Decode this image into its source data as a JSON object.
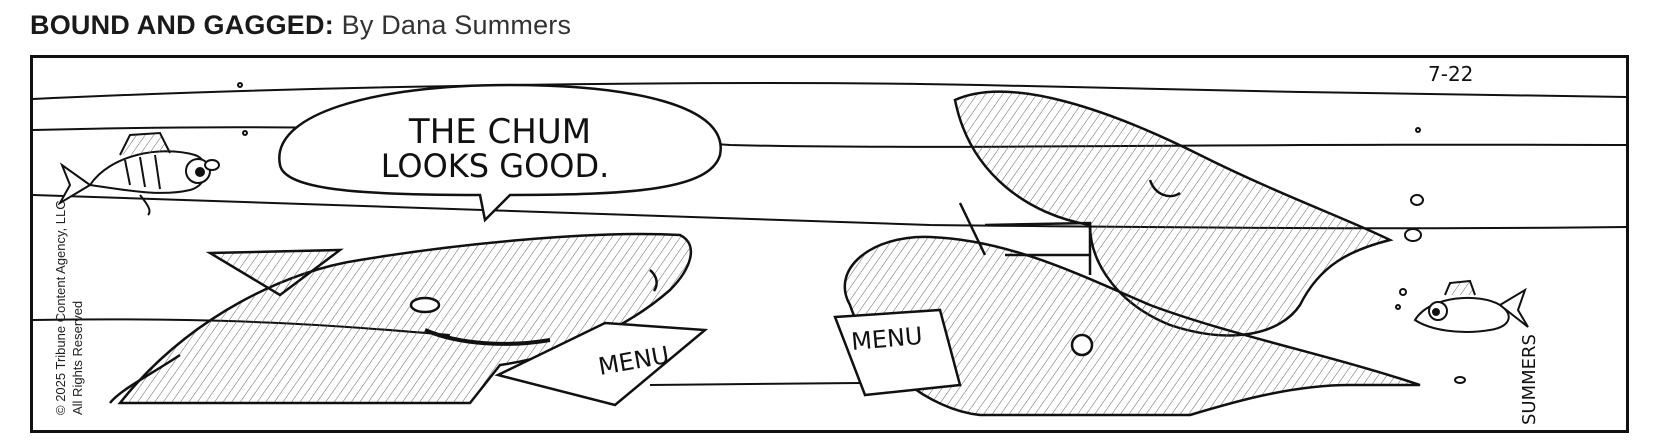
{
  "header": {
    "title": "BOUND AND GAGGED:",
    "byline": "By Dana Summers"
  },
  "comic": {
    "date": "7-22",
    "speech": {
      "line1": "THE CHUM",
      "line2": "LOOKS GOOD."
    },
    "menu_left": "MENU",
    "menu_right": "MENU",
    "signature": "SUMMERS",
    "copyright_line1": "© 2025 Tribune Content Agency, LLC",
    "copyright_line2": "All Rights Reserved"
  },
  "colors": {
    "ink": "#111111",
    "paper": "#ffffff",
    "hatch": "#555555"
  }
}
